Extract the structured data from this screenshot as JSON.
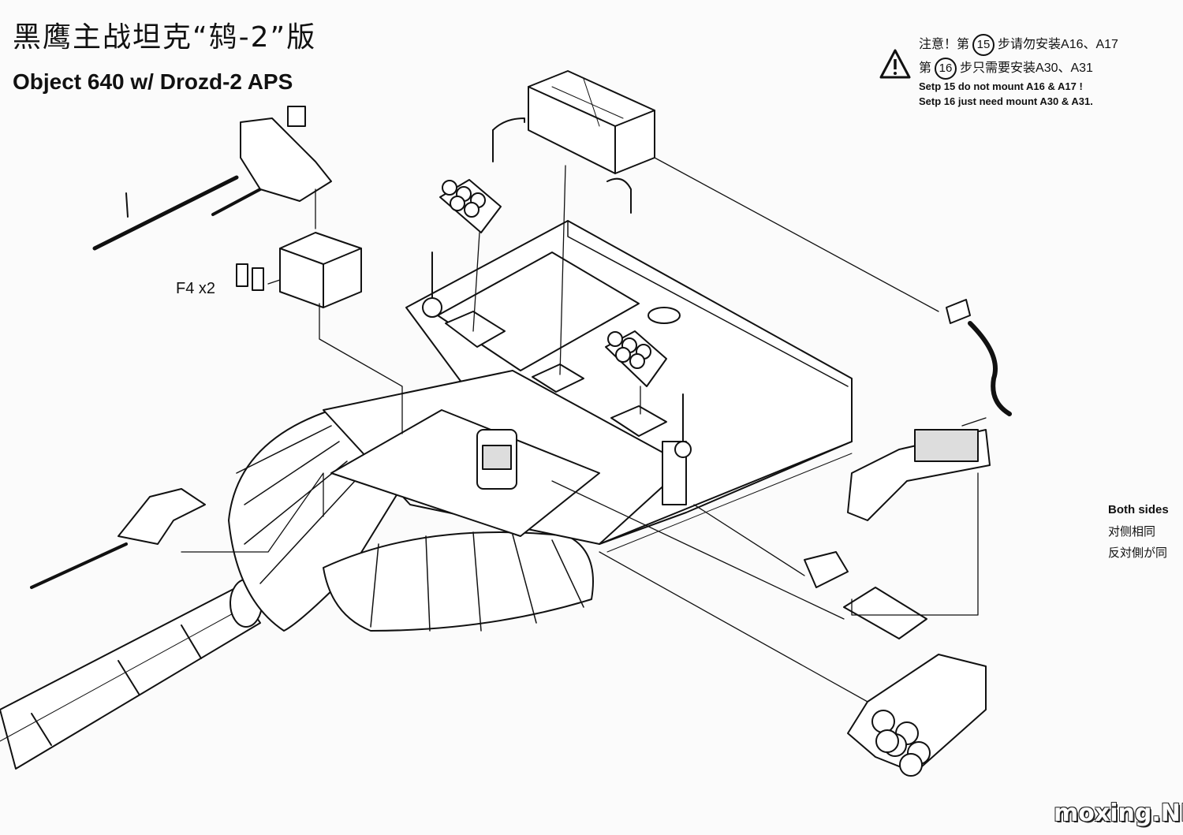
{
  "title_cn": "黑鹰主战坦克“鸫-2”版",
  "title_en": "Object 640 w/ Drozd-2 APS",
  "note": {
    "line1_prefix": "注意！第",
    "line1_step": "15",
    "line1_suffix": "步请勿安装A16、A17",
    "line2_prefix": "第",
    "line2_step": "16",
    "line2_suffix": "步只需要安装A30、A31",
    "line3": "Setp 15 do not mount A16 & A17 !",
    "line4": "Setp 16 just need mount A30 & A31."
  },
  "label_f4": "F4 x2",
  "both_sides": {
    "en": "Both sides",
    "cn1": "对侧相同",
    "cn2": "反対側が同"
  },
  "watermark": "moxing.NET",
  "colors": {
    "ink": "#111111",
    "paper": "#fbfbfb"
  }
}
